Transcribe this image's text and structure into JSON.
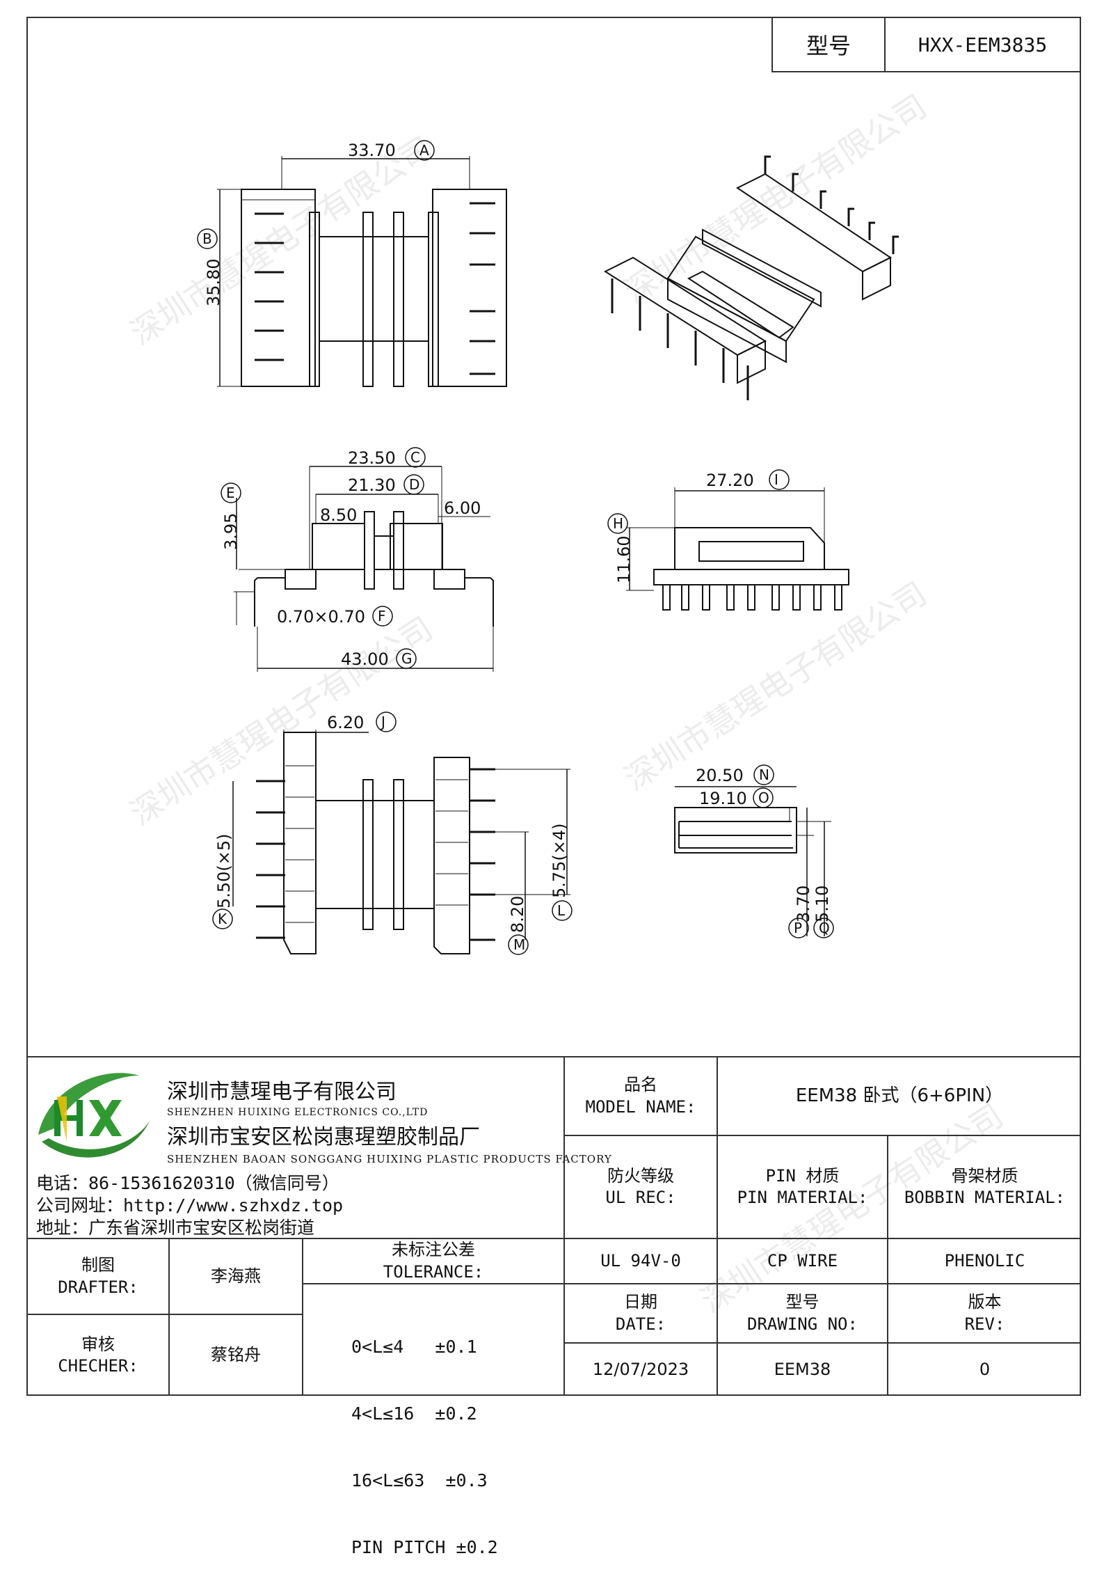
{
  "header": {
    "model_label": "型号",
    "model_value": "HXX-EEM3835"
  },
  "dimensions": {
    "A": "33.70",
    "A_tag": "A",
    "B": "35.80",
    "B_tag": "B",
    "C": "23.50",
    "C_tag": "C",
    "D": "21.30",
    "D_tag": "D",
    "E": "3.95",
    "E_tag": "E",
    "inner": "8.50",
    "slot": "6.00",
    "F": "0.70×0.70",
    "F_tag": "F",
    "G": "43.00",
    "G_tag": "G",
    "H": "11.60",
    "H_tag": "H",
    "I": "27.20",
    "I_tag": "I",
    "J": "6.20",
    "J_tag": "J",
    "K": "5.50(×5)",
    "K_tag": "K",
    "L": "5.75(×4)",
    "L_tag": "L",
    "M": "8.20",
    "M_tag": "M",
    "N": "20.50",
    "N_tag": "N",
    "O": "19.10",
    "O_tag": "O",
    "P": "3.70",
    "P_tag": "P",
    "Q": "5.10",
    "Q_tag": "Q"
  },
  "watermark": "深圳市慧瑆电子有限公司",
  "company": {
    "name_cn": "深圳市慧瑆电子有限公司",
    "name_en": "SHENZHEN HUIXING ELECTRONICS CO.,LTD",
    "factory_cn": "深圳市宝安区松岗惠瑆塑胶制品厂",
    "factory_en": "SHENZHEN BAOAN SONGGANG HUIXING PLASTIC PRODUCTS FACTORY",
    "phone": "电话：86-15361620310（微信同号）",
    "website": "公司网址：http://www.szhxdz.top",
    "address": "地址：广东省深圳市宝安区松岗街道",
    "logo_letters": "HX"
  },
  "titleblock": {
    "model_name_cn": "品名",
    "model_name_en": "MODEL NAME:",
    "model_name_value": "EEM38 卧式（6+6PIN）",
    "ul_cn": "防火等级",
    "ul_en": "UL REC:",
    "pin_cn": "PIN 材质",
    "pin_en": "PIN MATERIAL:",
    "bobbin_cn": "骨架材质",
    "bobbin_en": "BOBBIN MATERIAL:",
    "ul_value": "UL 94V-0",
    "pin_value": "CP WIRE",
    "bobbin_value": "PHENOLIC",
    "drafter_cn": "制图",
    "drafter_en": "DRAFTER:",
    "drafter_value": "李海燕",
    "checker_cn": "审核",
    "checker_en": "CHECHER:",
    "checker_value": "蔡铭舟",
    "tolerance_cn": "未标注公差",
    "tolerance_en": "TOLERANCE:",
    "tolerance_lines": [
      "0<L≤4   ±0.1",
      "4<L≤16  ±0.2",
      "16<L≤63  ±0.3",
      "PIN PITCH ±0.2"
    ],
    "date_cn": "日期",
    "date_en": "DATE:",
    "date_value": "12/07/2023",
    "drawing_cn": "型号",
    "drawing_en": "DRAWING NO:",
    "drawing_value": "EEM38",
    "rev_cn": "版本",
    "rev_en": "REV:",
    "rev_value": "0"
  }
}
